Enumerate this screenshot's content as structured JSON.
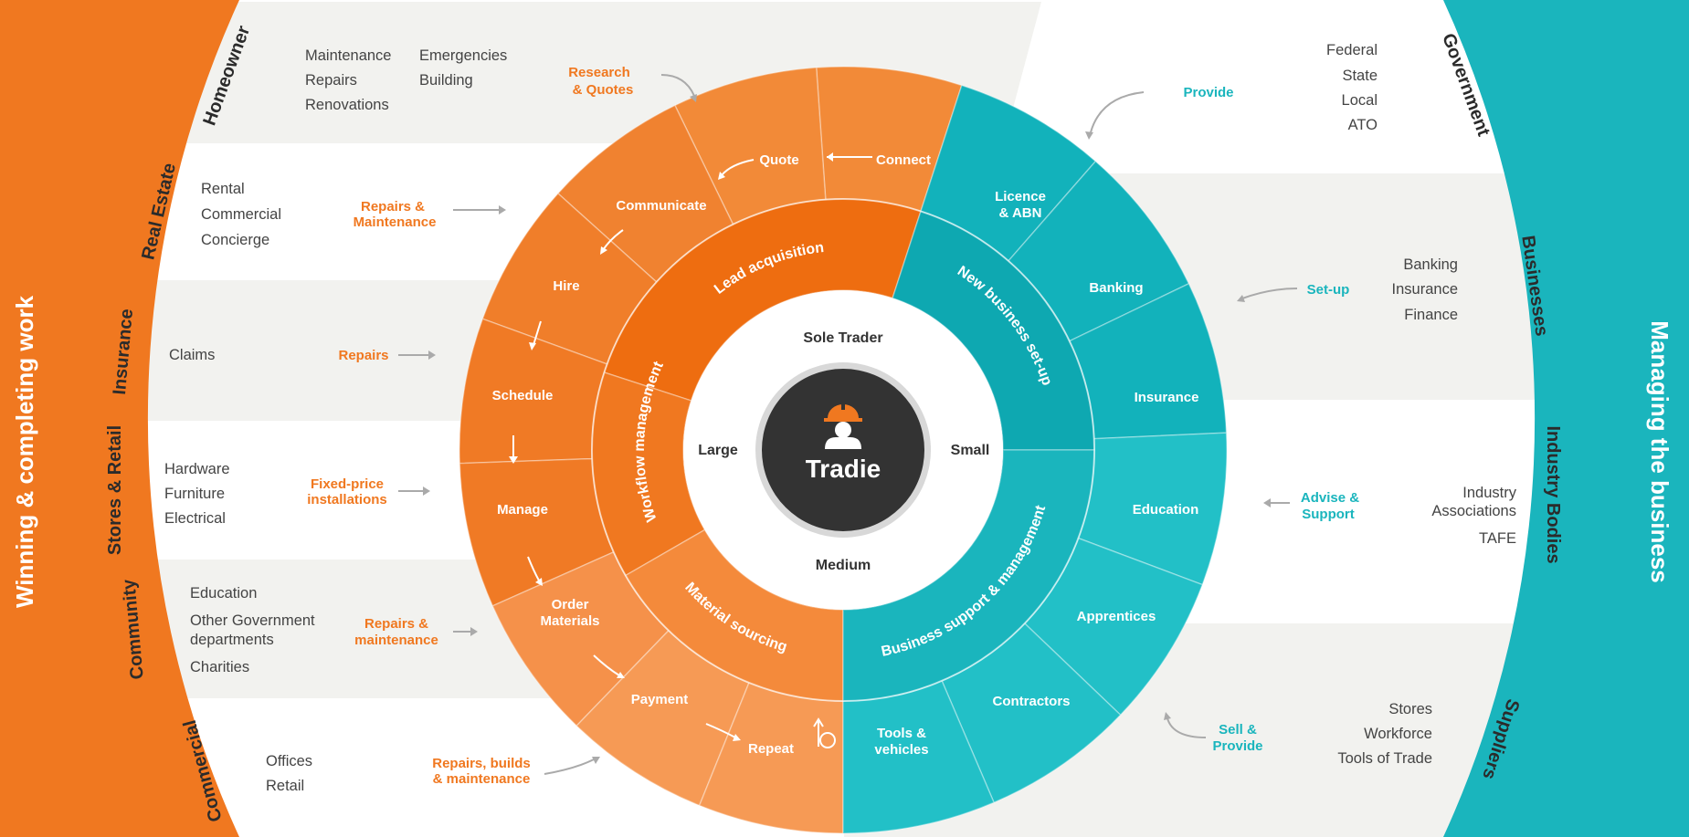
{
  "center": {
    "title": "Tradie",
    "sizes": {
      "top": "Sole Trader",
      "left": "Large",
      "right": "Small",
      "bottom": "Medium"
    }
  },
  "rings": {
    "lead": "Lead acquisition",
    "workflow": "Workflow management",
    "material": "Material sourcing",
    "newbiz": "New business set-up",
    "support": "Business support & management"
  },
  "segments": {
    "connect": "Connect",
    "quote": "Quote",
    "communicate": "Communicate",
    "hire": "Hire",
    "schedule": "Schedule",
    "manage": "Manage",
    "order": [
      "Order",
      "Materials"
    ],
    "payment": "Payment",
    "repeat": "Repeat",
    "licence": [
      "Licence",
      "& ABN"
    ],
    "banking": "Banking",
    "insurance": "Insurance",
    "education": "Education",
    "apprentices": "Apprentices",
    "contractors": "Contractors",
    "tools": [
      "Tools &",
      "vehicles"
    ]
  },
  "sides": {
    "left": "Winning & completing work",
    "right": "Managing the business"
  },
  "left_bands": [
    {
      "category": "Homeowner",
      "items": [
        "Maintenance",
        "Repairs",
        "Renovations",
        "Emergencies",
        "Building"
      ],
      "action": [
        "Research",
        "& Quotes"
      ]
    },
    {
      "category": "Real Estate",
      "items": [
        "Rental",
        "Commercial",
        "Concierge"
      ],
      "action": [
        "Repairs &",
        "Maintenance"
      ]
    },
    {
      "category": "Insurance",
      "items": [
        "Claims"
      ],
      "action": [
        "Repairs"
      ]
    },
    {
      "category": "Stores & Retail",
      "items": [
        "Hardware",
        "Furniture",
        "Electrical"
      ],
      "action": [
        "Fixed-price",
        "installations"
      ]
    },
    {
      "category": "Community",
      "items": [
        "Education",
        "Other Government",
        "departments",
        "Charities"
      ],
      "action": [
        "Repairs &",
        "maintenance"
      ]
    },
    {
      "category": "Commercial",
      "items": [
        "Offices",
        "Retail"
      ],
      "action": [
        "Repairs, builds",
        "& maintenance"
      ]
    }
  ],
  "right_bands": [
    {
      "category": "Government",
      "items": [
        "Federal",
        "State",
        "Local",
        "ATO"
      ],
      "action": [
        "Provide"
      ]
    },
    {
      "category": "Businesses",
      "items": [
        "Banking",
        "Insurance",
        "Finance"
      ],
      "action": [
        "Set-up"
      ]
    },
    {
      "category": "Industry Bodies",
      "items": [
        "Industry",
        "Associations",
        "TAFE"
      ],
      "action": [
        "Advise &",
        "Support"
      ]
    },
    {
      "category": "Suppliers",
      "items": [
        "Stores",
        "Workforce",
        "Tools of Trade"
      ],
      "action": [
        "Sell &",
        "Provide"
      ]
    }
  ],
  "colors": {
    "orange": "#f07820",
    "orange_dark": "#ee6d10",
    "teal": "#1ab5bd",
    "teal_dark": "#12aab3",
    "dark": "#333333",
    "band_grey": "#f2f2ef"
  }
}
